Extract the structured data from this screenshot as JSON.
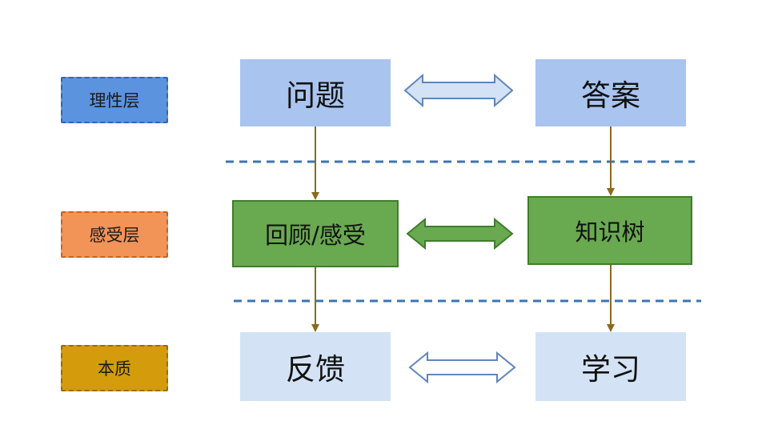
{
  "layers": {
    "rational": "理性层",
    "feeling": "感受层",
    "essence": "本质"
  },
  "nodes": {
    "question": "问题",
    "answer": "答案",
    "review": "回顾/感受",
    "knowledge_tree": "知识树",
    "feedback": "反馈",
    "learning": "学习"
  },
  "colors": {
    "rational_label": "#5b93df",
    "feeling_label": "#f29358",
    "essence_label": "#d49c0c",
    "rational_node": "#a9c4ef",
    "feeling_node": "#69a950",
    "essence_node": "#d3e3f5",
    "divider": "#3b74b3",
    "flow_arrow": "#8a6a1e"
  }
}
